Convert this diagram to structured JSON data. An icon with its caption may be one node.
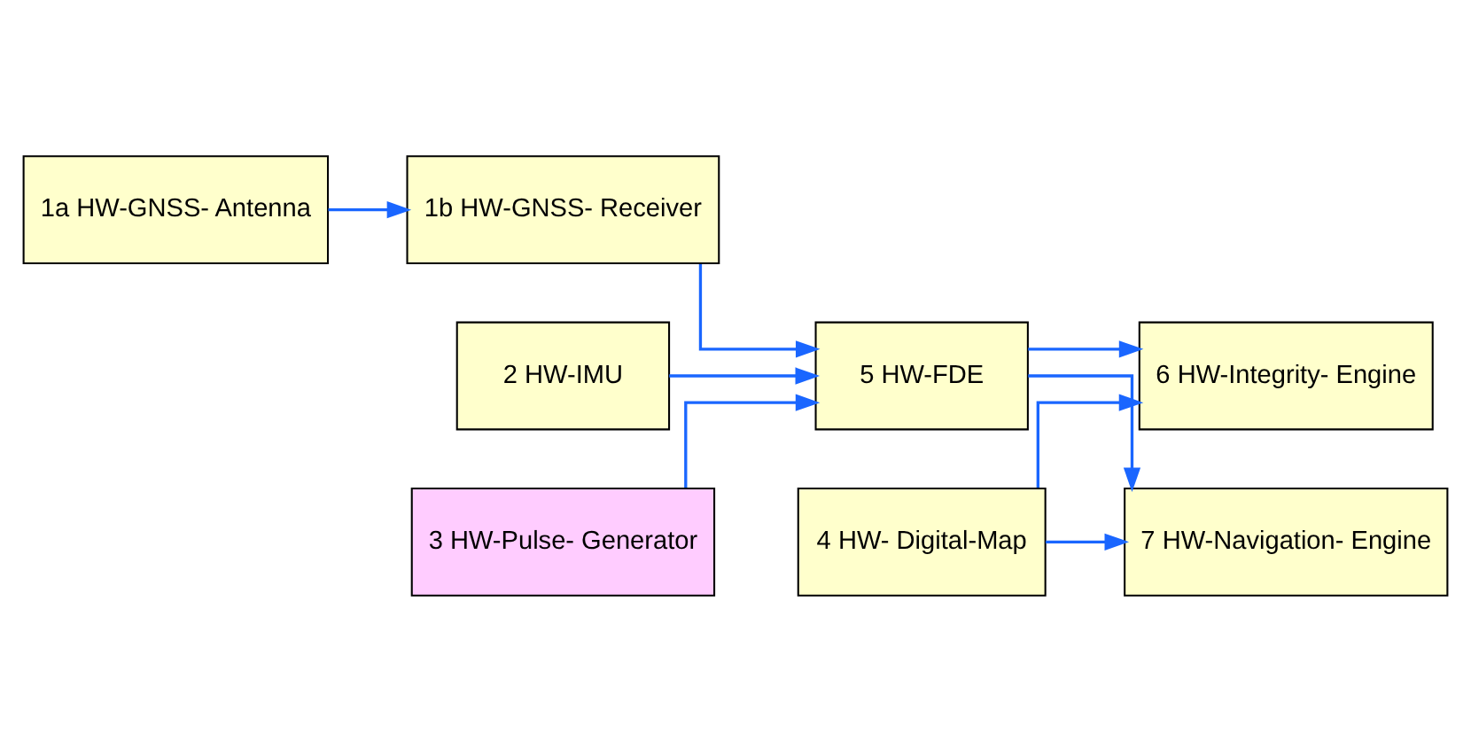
{
  "diagram": {
    "nodes": [
      {
        "text": [
          "1a HW-GNSS- Antenna"
        ]
      },
      {
        "text": [
          "1b HW-GNSS- Receiver"
        ]
      },
      {
        "text": [
          "5 HW-FDE"
        ]
      },
      {
        "text": [
          "6 HW-Integrity- Engine"
        ]
      },
      {
        "text": [
          "2 HW-IMU"
        ]
      },
      {
        "text": [
          "7 HW-Navigation- Engine"
        ]
      },
      {
        "text": [
          "3 HW-Pulse- Generator"
        ]
      },
      {
        "text": [
          "4 HW- Digital-Map"
        ]
      }
    ],
    "edges": [
      {
        "from": 0,
        "to": 1,
        "arrow": "to"
      },
      {
        "from": 1,
        "to": 2,
        "arrow": "to"
      },
      {
        "from": 2,
        "to": 3,
        "arrow": "to"
      },
      {
        "from": 2,
        "to": 5,
        "arrow": "to"
      },
      {
        "from": 4,
        "to": 2,
        "arrow": "to"
      },
      {
        "from": 6,
        "to": 2,
        "arrow": "to"
      },
      {
        "from": 7,
        "to": 3,
        "arrow": "to"
      },
      {
        "from": 7,
        "to": 5,
        "arrow": "to"
      }
    ]
  }
}
